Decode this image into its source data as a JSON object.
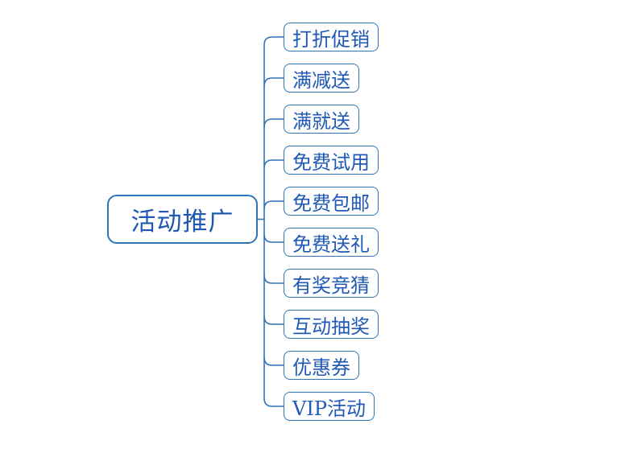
{
  "diagram": {
    "type": "mindmap",
    "root": {
      "label": "活动推广"
    },
    "children": [
      {
        "label": "打折促销"
      },
      {
        "label": "满减送"
      },
      {
        "label": "满就送"
      },
      {
        "label": "免费试用"
      },
      {
        "label": "免费包邮"
      },
      {
        "label": "免费送礼"
      },
      {
        "label": "有奖竞猜"
      },
      {
        "label": "互动抽奖"
      },
      {
        "label": "优惠券"
      },
      {
        "label": "VIP活动"
      }
    ],
    "colors": {
      "line": "#2e75b6",
      "text": "#2059b4",
      "background": "#ffffff"
    }
  }
}
